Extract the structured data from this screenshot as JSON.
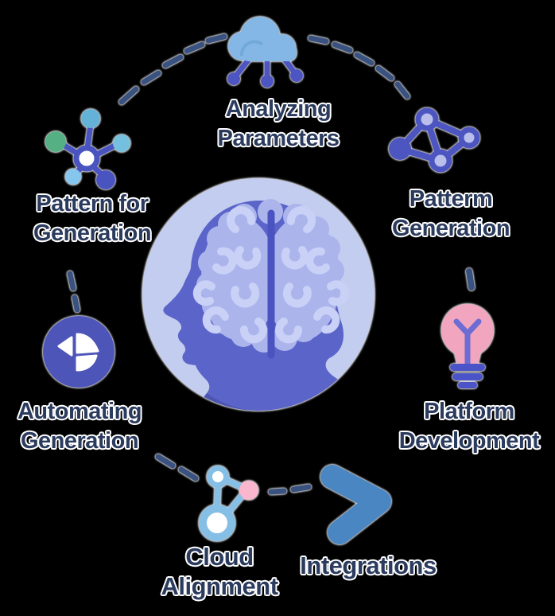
{
  "diagram": {
    "type": "circular-infographic",
    "center_icon": "brain-head",
    "labels": {
      "analyzing": {
        "line1": "Analyzing",
        "line2": "Parameters"
      },
      "patterm": {
        "line1": "Patterm",
        "line2": "Generation"
      },
      "pattern_for": {
        "line1": "Pattern for",
        "line2": "Generation"
      },
      "automating": {
        "line1": "Automating",
        "line2": "Generation"
      },
      "platform": {
        "line1": "Platform",
        "line2": "Development"
      },
      "cloud_alignment": {
        "line1": "Cloud",
        "line2": "Alignment"
      },
      "integrations": {
        "line1": "Integrations"
      }
    },
    "icons": [
      {
        "name": "cloud-network-icon",
        "for": "Analyzing Parameters"
      },
      {
        "name": "network-graph-icon",
        "for": "Patterm Generation"
      },
      {
        "name": "atom-icon",
        "for": "Pattern for Generation"
      },
      {
        "name": "pie-circle-icon",
        "for": "Automating Generation"
      },
      {
        "name": "lightbulb-icon",
        "for": "Platform Development"
      },
      {
        "name": "molecule-icon",
        "for": "Cloud Alignment"
      },
      {
        "name": "chevron-arrow-icon",
        "for": "Integrations"
      },
      {
        "name": "brain-head-icon",
        "for": "center"
      }
    ],
    "colors": {
      "background": "#000000",
      "label_text": "#2b3b5e",
      "label_outline": "#ffffff",
      "indigo": "#4d55c0",
      "head_silhouette": "#5b64c8",
      "center_circle": "#c3cdf0",
      "brain": "#abb5ec",
      "brain_folds": "#cad1f6",
      "brain_groove": "#4a53c0",
      "cloud_blue": "#85b7e6",
      "steel_blue_chevron": "#4a86c2",
      "bulb_pink": "#f2a5bf",
      "molecule_pink": "#f9b6cc",
      "molecule_blue": "#85bfe6",
      "node_green": "#55b184",
      "node_teal": "#64b2d8",
      "node_light_blue": "#86c5ec",
      "node_lavender": "#b9bfea",
      "dash_navy": "#3a5280"
    }
  }
}
